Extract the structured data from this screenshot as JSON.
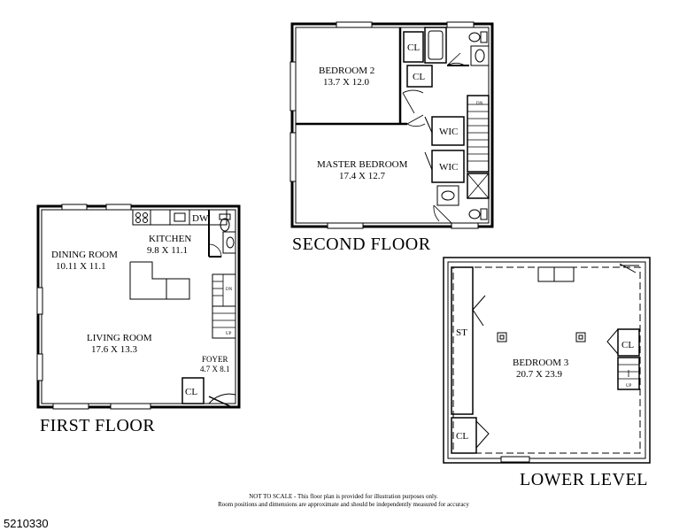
{
  "floors": {
    "first_floor": {
      "title": "FIRST FLOOR",
      "rooms": [
        {
          "name": "DINING ROOM",
          "dims": "10.11 X 11.1"
        },
        {
          "name": "KITCHEN",
          "dims": "9.8 X 11.1"
        },
        {
          "name": "LIVING ROOM",
          "dims": "17.6 X 13.3"
        },
        {
          "name": "FOYER",
          "dims": "4.7 X 8.1"
        }
      ],
      "labels": {
        "dw": "DW",
        "closet": "CL",
        "stair_dn": "DN",
        "stair_up": "UP"
      }
    },
    "second_floor": {
      "title": "SECOND FLOOR",
      "rooms": [
        {
          "name": "BEDROOM 2",
          "dims": "13.7 X 12.0"
        },
        {
          "name": "MASTER BEDROOM",
          "dims": "17.4 X 12.7"
        }
      ],
      "labels": {
        "closet_1": "CL",
        "closet_2": "CL",
        "wic_1": "WIC",
        "wic_2": "WIC",
        "stair_dn": "DN"
      }
    },
    "lower_level": {
      "title": "LOWER LEVEL",
      "rooms": [
        {
          "name": "BEDROOM 3",
          "dims": "20.7 X 23.9"
        }
      ],
      "labels": {
        "storage": "ST",
        "closet_1": "CL",
        "closet_2": "CL",
        "stair_up": "UP"
      }
    }
  },
  "disclaimer": {
    "line1": "NOT TO SCALE - This floor plan is provided for illustration purposes only.",
    "line2": "Room positions and dimensions are approximate and should be independently measured for accuracy"
  },
  "listing_id": "5210330"
}
